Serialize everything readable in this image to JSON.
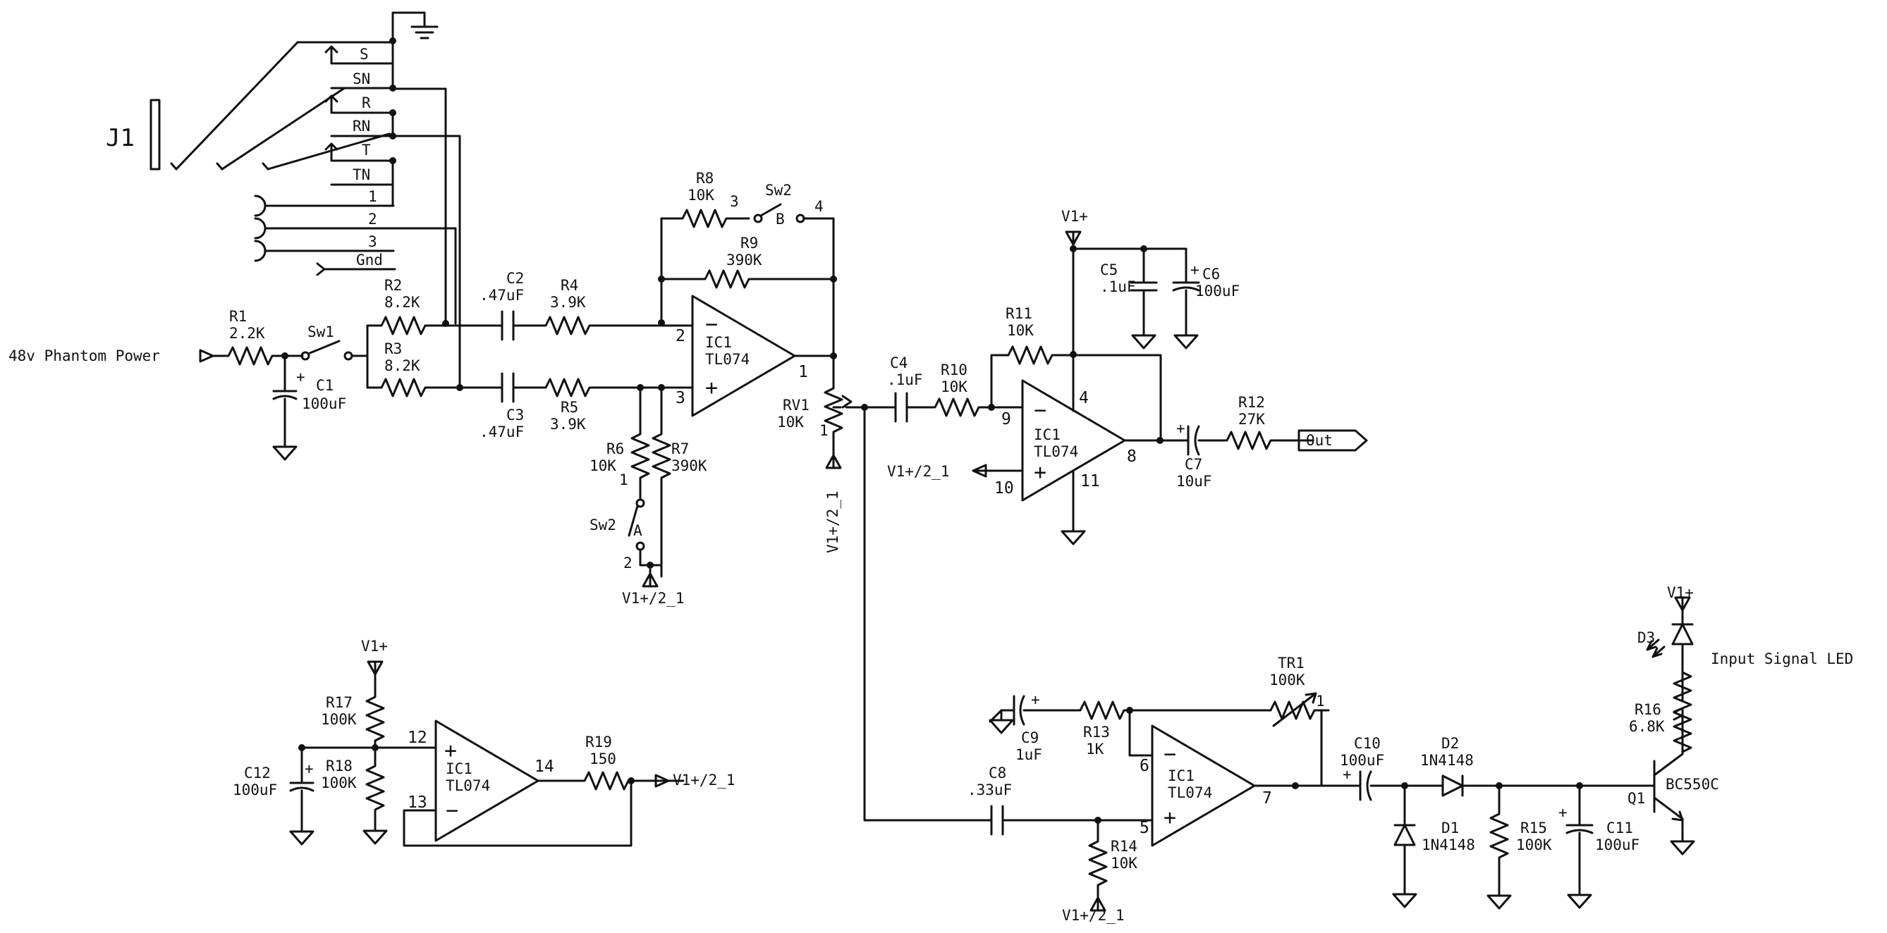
{
  "jack": {
    "name": "J1",
    "pins": [
      "S",
      "SN",
      "R",
      "RN",
      "T",
      "TN",
      "1",
      "2",
      "3",
      "Gnd"
    ]
  },
  "ports": {
    "phantom": "48v Phantom Power",
    "out": "Out",
    "led": "Input Signal LED"
  },
  "rails": {
    "vplus": "V1+",
    "vhalf": "V1+/2_1"
  },
  "opamps": [
    {
      "name": "IC1",
      "part": "TL074",
      "in_minus": "2",
      "in_plus": "3",
      "out": "1"
    },
    {
      "name": "IC1",
      "part": "TL074",
      "in_minus": "9",
      "in_plus": "10",
      "out": "8",
      "vcc": "4",
      "vee": "11"
    },
    {
      "name": "IC1",
      "part": "TL074",
      "in_minus": "6",
      "in_plus": "5",
      "out": "7"
    },
    {
      "name": "IC1",
      "part": "TL074",
      "in_minus": "13",
      "in_plus": "12",
      "out": "14"
    }
  ],
  "resistors": [
    {
      "ref": "R1",
      "value": "2.2K"
    },
    {
      "ref": "R2",
      "value": "8.2K"
    },
    {
      "ref": "R3",
      "value": "8.2K"
    },
    {
      "ref": "R4",
      "value": "3.9K"
    },
    {
      "ref": "R5",
      "value": "3.9K"
    },
    {
      "ref": "R6",
      "value": "10K"
    },
    {
      "ref": "R7",
      "value": "390K"
    },
    {
      "ref": "R8",
      "value": "10K"
    },
    {
      "ref": "R9",
      "value": "390K"
    },
    {
      "ref": "R10",
      "value": "10K"
    },
    {
      "ref": "R11",
      "value": "10K"
    },
    {
      "ref": "R12",
      "value": "27K"
    },
    {
      "ref": "R13",
      "value": "1K"
    },
    {
      "ref": "R14",
      "value": "10K"
    },
    {
      "ref": "R15",
      "value": "100K"
    },
    {
      "ref": "R16",
      "value": "6.8K"
    },
    {
      "ref": "R17",
      "value": "100K"
    },
    {
      "ref": "R18",
      "value": "100K"
    },
    {
      "ref": "R19",
      "value": "150"
    }
  ],
  "capacitors": [
    {
      "ref": "C1",
      "value": "100uF"
    },
    {
      "ref": "C2",
      "value": ".47uF"
    },
    {
      "ref": "C3",
      "value": ".47uF"
    },
    {
      "ref": "C4",
      "value": ".1uF"
    },
    {
      "ref": "C5",
      "value": ".1uF"
    },
    {
      "ref": "C6",
      "value": "100uF"
    },
    {
      "ref": "C7",
      "value": "10uF"
    },
    {
      "ref": "C8",
      "value": ".33uF"
    },
    {
      "ref": "C9",
      "value": "1uF"
    },
    {
      "ref": "C10",
      "value": "100uF"
    },
    {
      "ref": "C11",
      "value": "100uF"
    },
    {
      "ref": "C12",
      "value": "100uF"
    }
  ],
  "pots": [
    {
      "ref": "RV1",
      "value": "10K",
      "pin": "1"
    },
    {
      "ref": "TR1",
      "value": "100K",
      "pin": "1"
    }
  ],
  "diodes": [
    {
      "ref": "D1",
      "value": "1N4148"
    },
    {
      "ref": "D2",
      "value": "1N4148"
    },
    {
      "ref": "D3",
      "value": ""
    }
  ],
  "transistor": {
    "ref": "Q1",
    "value": "BC550C"
  },
  "switches": {
    "sw1": "Sw1",
    "sw2a": {
      "name": "Sw2",
      "pole": "A",
      "p1": "1",
      "p2": "2"
    },
    "sw2b": {
      "name": "Sw2",
      "pole": "B",
      "p3": "3",
      "p4": "4"
    }
  },
  "polarity": "+"
}
